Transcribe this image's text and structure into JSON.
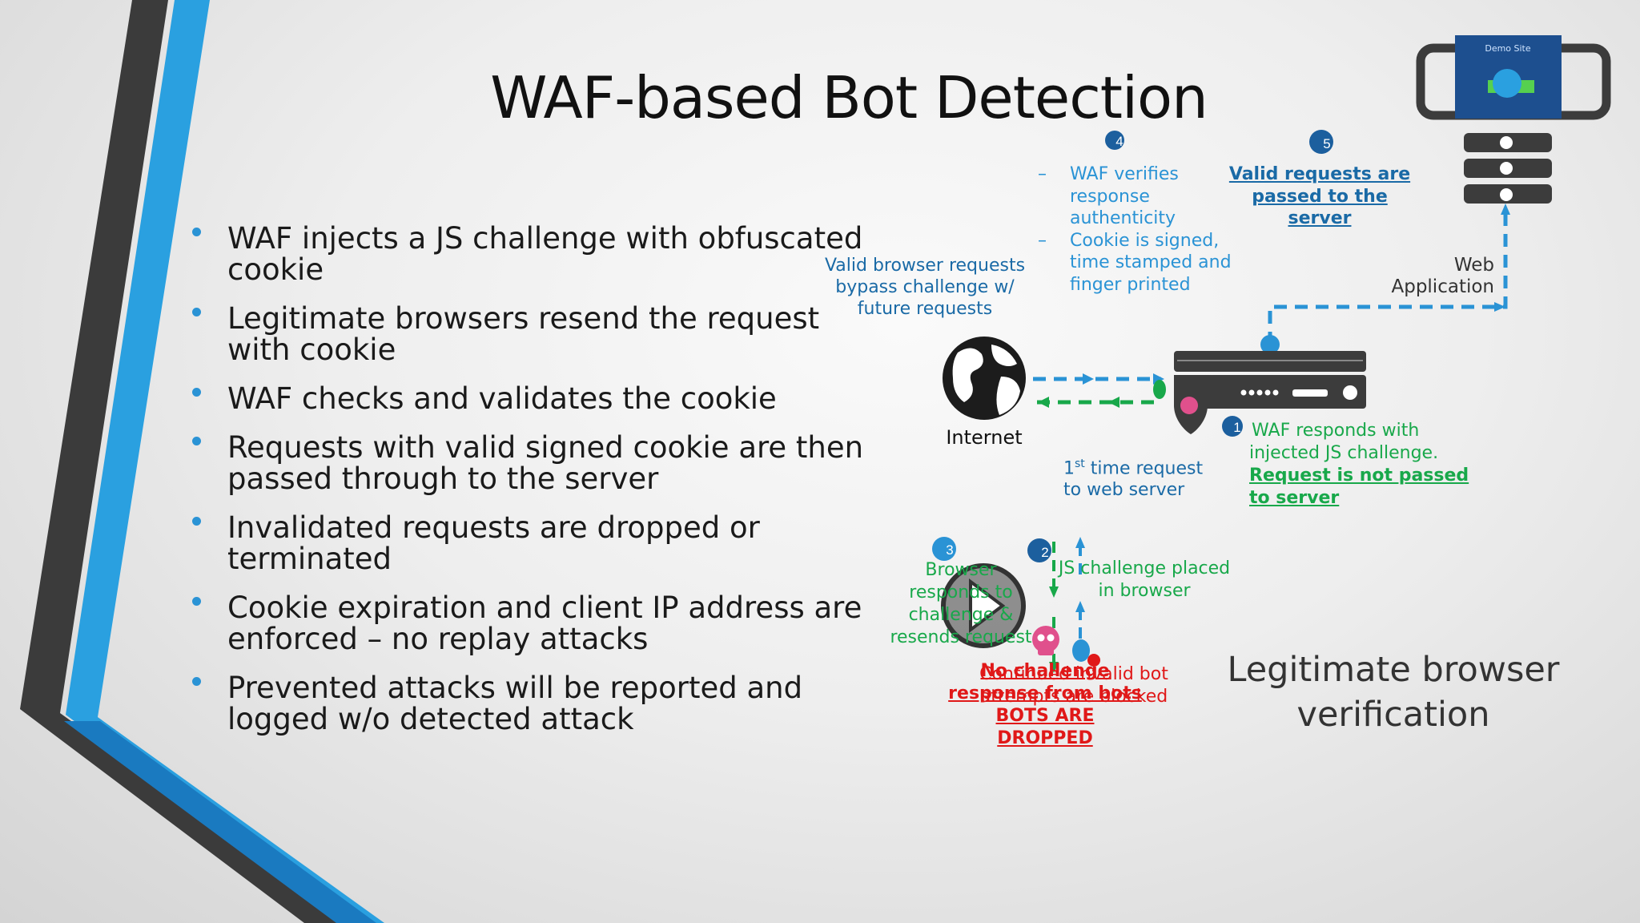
{
  "title": "WAF-based Bot Detection",
  "bullets": [
    "WAF injects a JS challenge with obfuscated cookie",
    "Legitimate browsers resend the request with cookie",
    "WAF checks and validates the cookie",
    "Requests with valid signed cookie are then passed through to the server",
    "Invalidated requests are dropped or terminated",
    "Cookie expiration and client IP address are enforced – no replay attacks",
    "Prevented attacks will be reported and logged w/o detected attack"
  ],
  "diagram": {
    "monitor_label": "Demo Site",
    "internet_label": "Internet",
    "web_app_label": [
      "Web",
      "Application"
    ],
    "step_numbers": [
      "1",
      "2",
      "3",
      "4",
      "5"
    ],
    "valid_browser_text": [
      "Valid browser requests",
      "bypass challenge w/",
      "future requests"
    ],
    "waf_verifies_lines": [
      "WAF verifies",
      "response",
      "authenticity",
      "Cookie is signed,",
      "time stamped and",
      "finger printed"
    ],
    "valid_requests_passed": [
      "Valid requests are",
      "passed to the",
      "server"
    ],
    "first_request": [
      "1st time request",
      "to web server"
    ],
    "waf_responds": [
      "WAF  responds with",
      "injected JS challenge."
    ],
    "not_passed": [
      "Request is not passed",
      "to server"
    ],
    "js_challenge": [
      "JS challenge placed",
      "in browser"
    ],
    "browser_responds": [
      "Browser",
      "responds to",
      "challenge &",
      "resends request"
    ],
    "continued_invalid": [
      "Continued invalid bot",
      "attempts are blocked"
    ],
    "no_challenge": [
      "No challenge",
      "response from bots"
    ],
    "bots_dropped": [
      "BOTS ARE",
      "DROPPED"
    ]
  },
  "caption": [
    "Legitimate browser",
    "verification"
  ],
  "colors": {
    "accent_blue": "#2a93d5",
    "dark_gray": "#3c3c3c",
    "green": "#18a84a",
    "red": "#e01818",
    "pink": "#e0508c"
  }
}
